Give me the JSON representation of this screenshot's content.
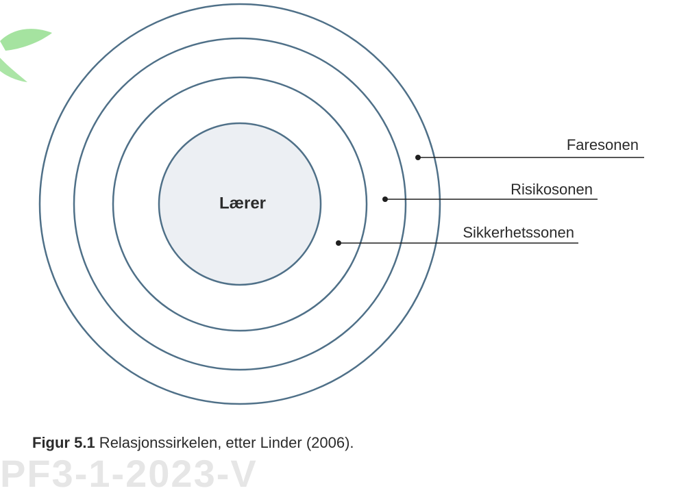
{
  "diagram": {
    "center_label": "Lærer",
    "zones": [
      {
        "id": "fare",
        "label": "Faresonen"
      },
      {
        "id": "risiko",
        "label": "Risikosonen"
      },
      {
        "id": "sikkerhet",
        "label": "Sikkerhetssonen"
      }
    ],
    "colors": {
      "ring_stroke": "#4f7088",
      "center_fill": "#eceff3",
      "leaf_green": "#7dcf78",
      "text": "#2b2b2b",
      "line": "#1f1f1f"
    }
  },
  "caption": {
    "figure_number": "Figur 5.1",
    "text": " Relasjonssirkelen, etter Linder (2006)."
  },
  "watermark": {
    "text": "PF3-1-2023-V"
  }
}
